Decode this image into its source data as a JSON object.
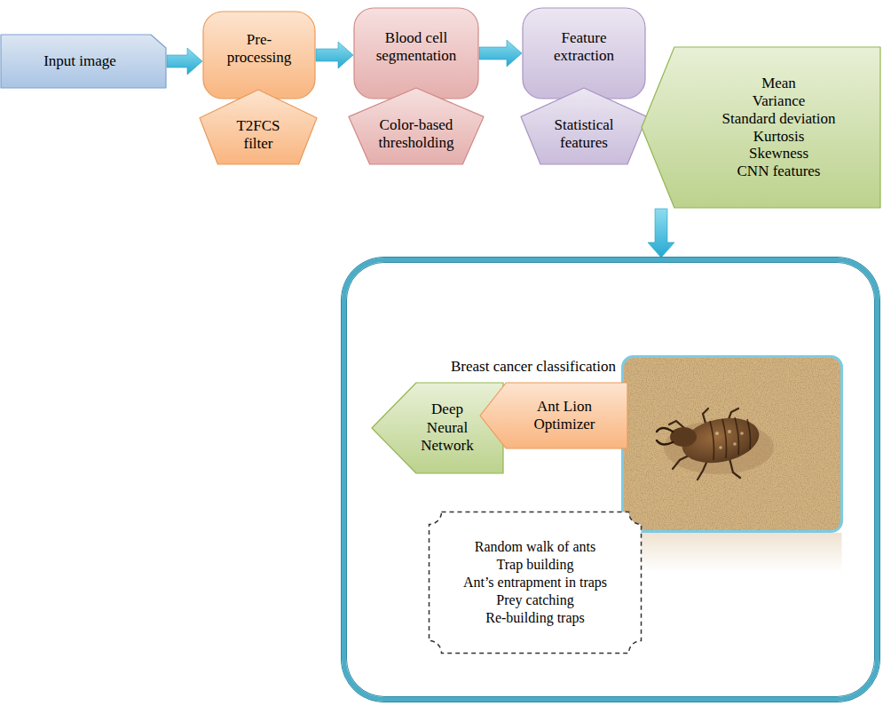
{
  "diagram": {
    "nodes": [
      {
        "text": [
          "Input image"
        ]
      },
      {
        "text": [
          "Pre-processing"
        ]
      },
      {
        "text": [
          "T2FCS filter"
        ]
      },
      {
        "text": [
          "Blood cell segmentation"
        ]
      },
      {
        "text": [
          "Color-based thresholding"
        ]
      },
      {
        "text": [
          "Feature extraction"
        ]
      },
      {
        "text": [
          "Statistical features"
        ]
      },
      {
        "text": [
          "Mean",
          "Variance",
          "Standard deviation",
          "Kurtosis",
          "Skewness",
          "CNN features"
        ]
      },
      {
        "text": [
          "Breast cancer classification"
        ]
      },
      {
        "text": [
          "Deep Neural Network"
        ],
        "in": 8
      },
      {
        "text": [
          "Ant Lion Optimizer"
        ],
        "in": 8
      },
      {
        "text": [
          "Random walk of ants",
          "Trap building",
          "Ant’s entrapment in traps",
          "Prey catching",
          "Re-building traps"
        ],
        "in": 8
      }
    ],
    "edges": [
      {
        "from": 0,
        "to": 1,
        "arrow": "to"
      },
      {
        "from": 1,
        "to": 3,
        "arrow": "to"
      },
      {
        "from": 3,
        "to": 5,
        "arrow": "to"
      },
      {
        "from": 7,
        "to": 8,
        "arrow": "to"
      }
    ]
  }
}
